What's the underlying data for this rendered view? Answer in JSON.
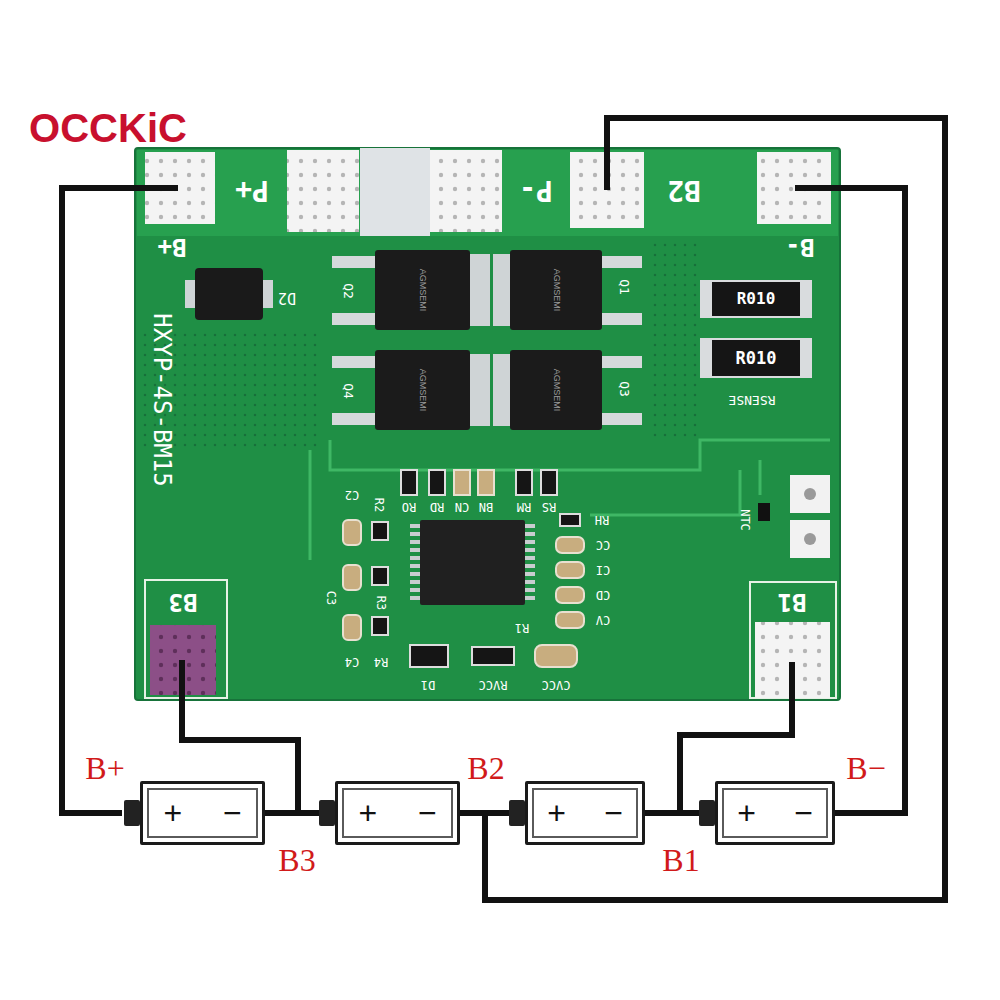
{
  "diagram": {
    "nodes": [
      {
        "text": [
          "+",
          "−"
        ]
      },
      {
        "text": [
          "+",
          "−"
        ]
      },
      {
        "text": [
          "+",
          "−"
        ]
      },
      {
        "text": [
          "+",
          "−"
        ]
      }
    ],
    "edges": [
      {
        "from": 0,
        "to": 1,
        "arrow": "none"
      },
      {
        "from": 1,
        "to": 2,
        "arrow": "none"
      },
      {
        "from": 2,
        "to": 3,
        "arrow": "none"
      }
    ],
    "labels": [
      "OCCKiC",
      "B+",
      "P+",
      "P-",
      "B2",
      "B-",
      "HXYP-4S-BM15",
      "D2",
      "Q2",
      "Q1",
      "Q4",
      "Q3",
      "AGMSEMI",
      "AGMSEMI",
      "AGMSEMI",
      "AGMSEMI",
      "R010",
      "R010",
      "RSENSE",
      "NTC",
      "B3",
      "B1",
      "C2",
      "R2",
      "RO",
      "RD",
      "CN",
      "BN",
      "RM",
      "RS",
      "RH",
      "CC",
      "CI",
      "CD",
      "CV",
      "C3",
      "R3",
      "C4",
      "R4",
      "D1",
      "RVCC",
      "CVCC",
      "R1",
      "B+",
      "B3",
      "B2",
      "B1",
      "B−"
    ]
  }
}
